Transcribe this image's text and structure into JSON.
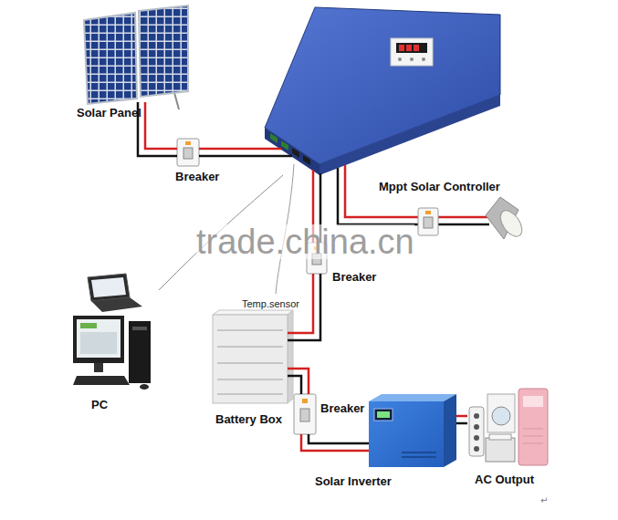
{
  "diagram": {
    "nodes": [
      {
        "text": [
          "Solar Panel"
        ]
      },
      {
        "text": [
          "Breaker"
        ]
      },
      {
        "text": [
          "Mppt Solar Controller"
        ]
      },
      {
        "text": [
          "Breaker"
        ]
      },
      {
        "text": [
          "PC"
        ]
      },
      {
        "text": [
          "Battery Box"
        ]
      },
      {
        "text": [
          "Breaker"
        ]
      },
      {
        "text": [
          "Solar Inverter"
        ]
      },
      {
        "text": [
          "AC Output"
        ]
      }
    ],
    "edges": [
      {
        "from": 0,
        "to": 1,
        "arrow": "none"
      },
      {
        "from": 1,
        "to": 2,
        "arrow": "none"
      },
      {
        "from": 2,
        "to": 3,
        "arrow": "none"
      },
      {
        "from": 3,
        "to": 5,
        "arrow": "none"
      },
      {
        "from": 5,
        "to": 6,
        "arrow": "none"
      },
      {
        "from": 6,
        "to": 7,
        "arrow": "none"
      },
      {
        "from": 7,
        "to": 8,
        "arrow": "none"
      },
      {
        "from": 4,
        "to": 2,
        "arrow": "none"
      }
    ],
    "labels": [
      "trade.china.cn",
      "Temp.sensor",
      "↵"
    ]
  }
}
